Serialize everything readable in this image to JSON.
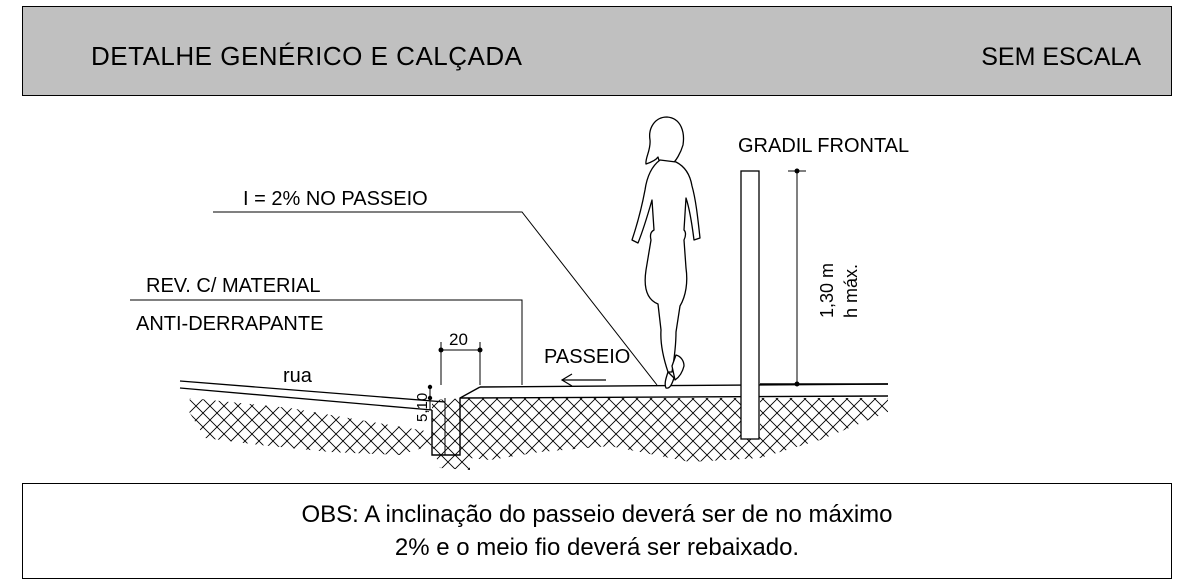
{
  "header": {
    "title": "DETALHE GENÉRICO E CALÇADA",
    "scale": "SEM ESCALA"
  },
  "labels": {
    "gradil": "GRADIL FRONTAL",
    "inclination": "I = 2% NO PASSEIO",
    "rev_line1": "REV. C/ MATERIAL",
    "rev_line2": "ANTI-DERRAPANTE",
    "passeio": "PASSEIO",
    "rua": "rua",
    "dim_20": "20",
    "dim_curb": "5,10",
    "height_value": "1,30 m",
    "height_note": "h máx."
  },
  "note": {
    "line1": "OBS: A inclinação do passeio deverá ser de no máximo",
    "line2": "2% e o meio fio deverá ser rebaixado."
  }
}
